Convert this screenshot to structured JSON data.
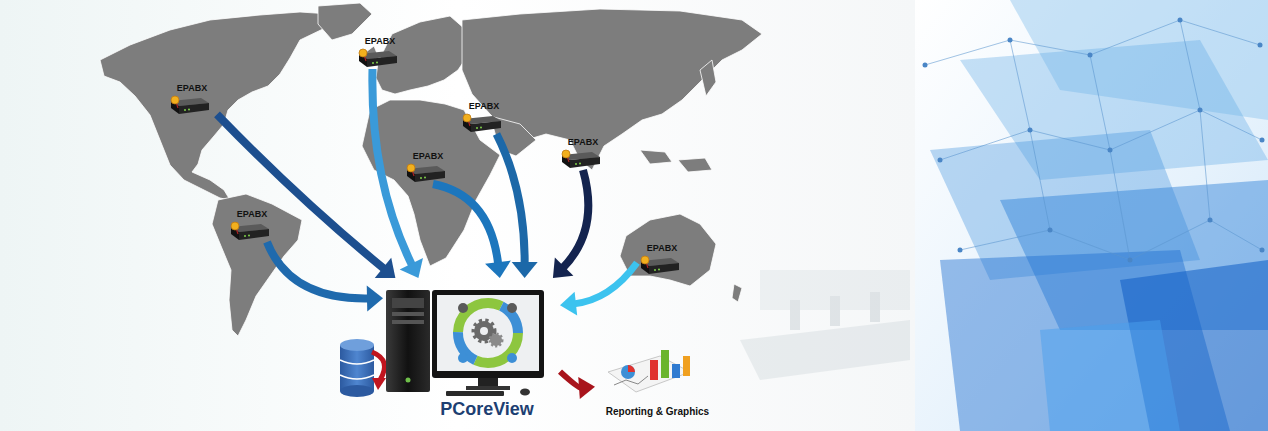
{
  "diagram": {
    "nodes": [
      {
        "text": [
          "EPABX"
        ]
      },
      {
        "text": [
          "EPABX"
        ]
      },
      {
        "text": [
          "EPABX"
        ]
      },
      {
        "text": [
          "EPABX"
        ]
      },
      {
        "text": [
          "EPABX"
        ]
      },
      {
        "text": [
          "EPABX"
        ]
      },
      {
        "text": [
          "EPABX"
        ]
      },
      {
        "text": [
          "PCoreView"
        ]
      },
      {
        "text": [
          "Reporting & Graphics"
        ]
      }
    ],
    "edges": [
      {
        "from": 0,
        "to": 7,
        "arrow": "to"
      },
      {
        "from": 1,
        "to": 7,
        "arrow": "to"
      },
      {
        "from": 2,
        "to": 7,
        "arrow": "to"
      },
      {
        "from": 3,
        "to": 7,
        "arrow": "to"
      },
      {
        "from": 4,
        "to": 7,
        "arrow": "to"
      },
      {
        "from": 5,
        "to": 7,
        "arrow": "to"
      },
      {
        "from": 6,
        "to": 7,
        "arrow": "to"
      },
      {
        "from": 7,
        "to": 8,
        "arrow": "to"
      }
    ]
  }
}
